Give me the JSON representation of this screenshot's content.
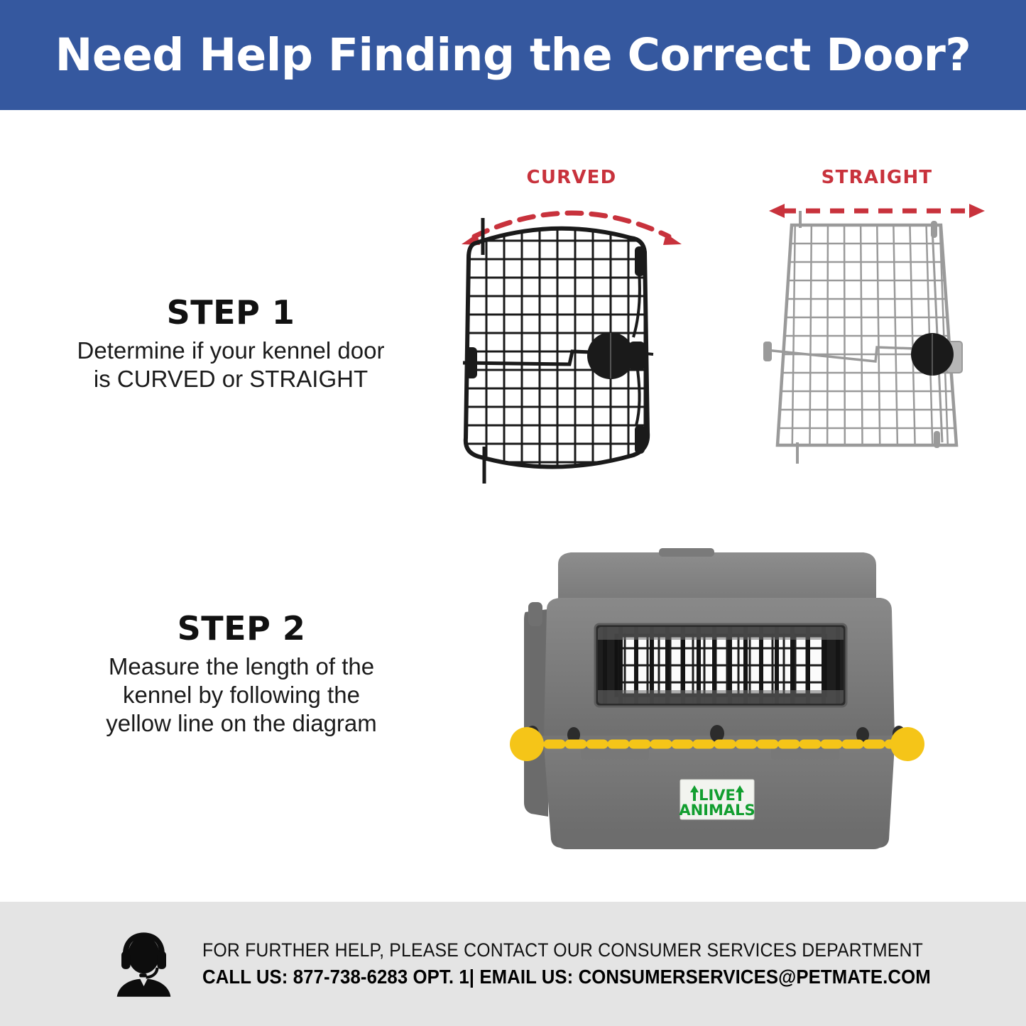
{
  "header": {
    "title": "Need Help Finding the Correct Door?",
    "background_color": "#35589f",
    "text_color": "#ffffff"
  },
  "steps": [
    {
      "heading": "STEP 1",
      "lines": [
        "Determine if your kennel door",
        "is  CURVED or STRAIGHT"
      ]
    },
    {
      "heading": "STEP 2",
      "lines": [
        "Measure the length of the",
        "kennel by following the",
        "yellow line on the diagram"
      ]
    }
  ],
  "doors": [
    {
      "label": "CURVED",
      "label_color": "#c8323c",
      "arrow_style": "curved-dashed-double-arrow",
      "door_color": "#1a1a1a"
    },
    {
      "label": "STRAIGHT",
      "label_color": "#c8323c",
      "arrow_style": "straight-dashed-double-arrow",
      "door_color": "#9a9a9a"
    }
  ],
  "kennel": {
    "body_color": "#7f7f7f",
    "lid_color": "#8a8a8a",
    "measure_line_color": "#f5c518",
    "sticker": {
      "line1": "LIVE",
      "line2": "ANIMALS",
      "text_color": "#119e2f",
      "background_color": "#f2f4ef"
    }
  },
  "footer": {
    "background_color": "#e4e4e4",
    "icon": "headset-agent-icon",
    "line1": "FOR FURTHER HELP, PLEASE CONTACT OUR CONSUMER SERVICES DEPARTMENT",
    "line2": "CALL US: 877-738-6283 OPT. 1| EMAIL US: CONSUMERSERVICES@PETMATE.COM"
  }
}
